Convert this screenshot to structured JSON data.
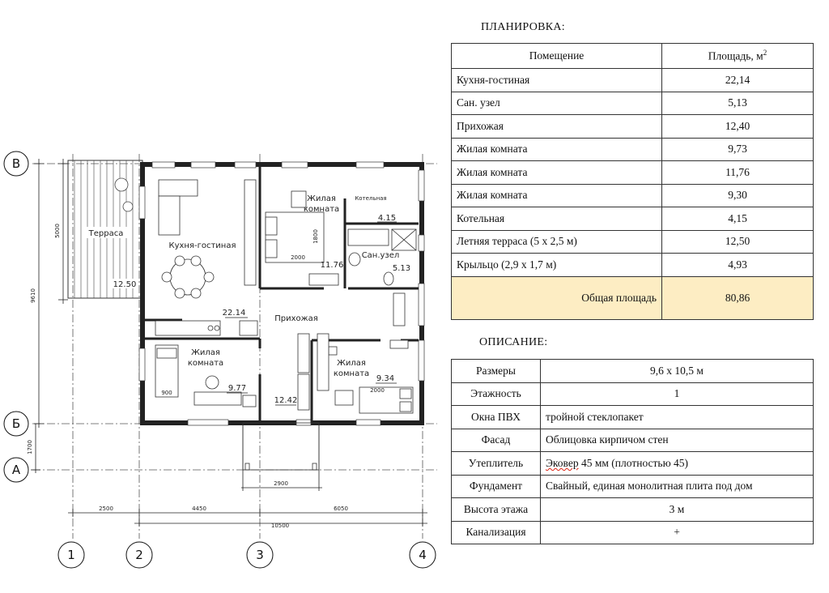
{
  "layout_section": {
    "title": "ПЛАНИРОВКА:",
    "col_room": "Помещение",
    "col_area": "Площадь, м",
    "col_area_sup": "2",
    "rows": [
      {
        "room": "Кухня-гостиная",
        "area": "22,14"
      },
      {
        "room": "Сан. узел",
        "area": "5,13"
      },
      {
        "room": "Прихожая",
        "area": "12,40"
      },
      {
        "room": "Жилая комната",
        "area": "9,73"
      },
      {
        "room": "Жилая комната",
        "area": "11,76"
      },
      {
        "room": "Жилая комната",
        "area": "9,30"
      },
      {
        "room": "Котельная",
        "area": "4,15"
      },
      {
        "room": "Летняя терраса (5 х 2,5 м)",
        "area": "12,50"
      },
      {
        "room": "Крыльцо (2,9 х 1,7 м)",
        "area": "4,93"
      }
    ],
    "total_label": "Общая площадь",
    "total_value": "80,86",
    "total_bg": "#fdedc3"
  },
  "description_section": {
    "title": "ОПИСАНИЕ:",
    "rows": [
      {
        "key": "Размеры",
        "value": "9,6 х 10,5 м"
      },
      {
        "key": "Этажность",
        "value": "1"
      },
      {
        "key": "Окна ПВХ",
        "value": "тройной стеклопакет"
      },
      {
        "key": "Фасад",
        "value": "Облицовка кирпичом стен"
      },
      {
        "key": "Утеплитель",
        "value_word": "Эковер",
        "value_rest": " 45 мм (плотностью 45)"
      },
      {
        "key": "Фундамент",
        "value": "Свайный, единая монолитная плита под дом"
      },
      {
        "key": "Высота этажа",
        "value": "3 м"
      },
      {
        "key": "Канализация",
        "value": "+"
      }
    ]
  },
  "plan": {
    "axes_letters": [
      "В",
      "Б",
      "А"
    ],
    "axes_numbers": [
      "1",
      "2",
      "3",
      "4"
    ],
    "dims": {
      "d2500": "2500",
      "d4450": "4450",
      "d6050": "6050",
      "d10500": "10500",
      "d2900": "2900",
      "d5000": "5000",
      "d9610": "9610",
      "d1700": "1700"
    },
    "rooms": {
      "terrace": "Терраса",
      "terrace_area": "12.50",
      "kitchen": "Кухня-гостиная",
      "kitchen_area": "22.14",
      "bedroom1_a": "Жилая",
      "bedroom1_b": "комната",
      "bedroom1_area": "11.76",
      "boiler": "Котельная",
      "boiler_area": "4.15",
      "bath": "Сан.узел",
      "bath_area": "5.13",
      "hall": "Прихожая",
      "hall_area": "12.42",
      "bedroom2_a": "Жилая",
      "bedroom2_b": "комната",
      "bedroom2_area": "9.77",
      "bedroom3_a": "Жилая",
      "bedroom3_b": "комната",
      "bedroom3_area": "9.34"
    },
    "furniture": {
      "bed1_len": "1800",
      "bed1_w": "2000",
      "bed2_w": "900",
      "bed3_w": "2000"
    }
  }
}
